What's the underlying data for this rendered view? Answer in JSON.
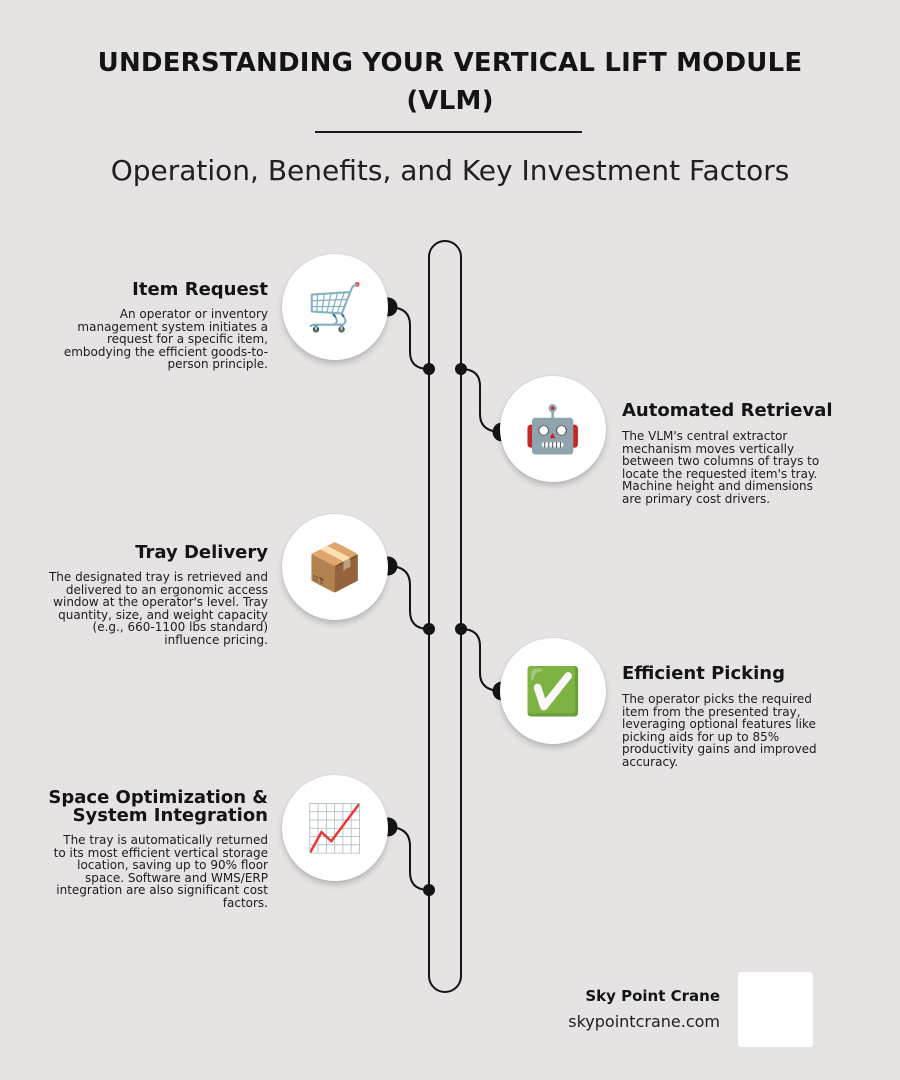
{
  "header": {
    "title": "UNDERSTANDING YOUR VERTICAL LIFT MODULE (VLM)",
    "subtitle": "Operation, Benefits, and Key Investment Factors"
  },
  "steps": [
    {
      "title": "Item Request",
      "description": "An operator or inventory management system initiates a request for a specific item, embodying the efficient goods-to-person principle.",
      "icon": "🛒",
      "icon_name": "shopping-cart-icon"
    },
    {
      "title": "Automated Retrieval",
      "description": "The VLM's central extractor mechanism moves vertically between two columns of trays to locate the requested item's tray. Machine height and dimensions are primary cost drivers.",
      "icon": "🤖",
      "icon_name": "robot-icon"
    },
    {
      "title": "Tray Delivery",
      "description": "The designated tray is retrieved and delivered to an ergonomic access window at the operator's level. Tray quantity, size, and weight capacity (e.g., 660-1100 lbs standard) influence pricing.",
      "icon": "📦",
      "icon_name": "package-icon"
    },
    {
      "title": "Efficient Picking",
      "description": "The operator picks the required item from the presented tray, leveraging optional features like picking aids for up to 85% productivity gains and improved accuracy.",
      "icon": "✅",
      "icon_name": "check-mark-icon"
    },
    {
      "title": "Space Optimization & System Integration",
      "description": "The tray is automatically returned to its most efficient vertical storage location, saving up to 90% floor space. Software and WMS/ERP integration are also significant cost factors.",
      "icon": "📈",
      "icon_name": "chart-increasing-icon"
    }
  ],
  "footer": {
    "brand": "Sky Point Crane",
    "url": "skypointcrane.com"
  },
  "colors": {
    "background": "#e7e3e2",
    "line": "#141414",
    "circle": "#ffffff"
  }
}
